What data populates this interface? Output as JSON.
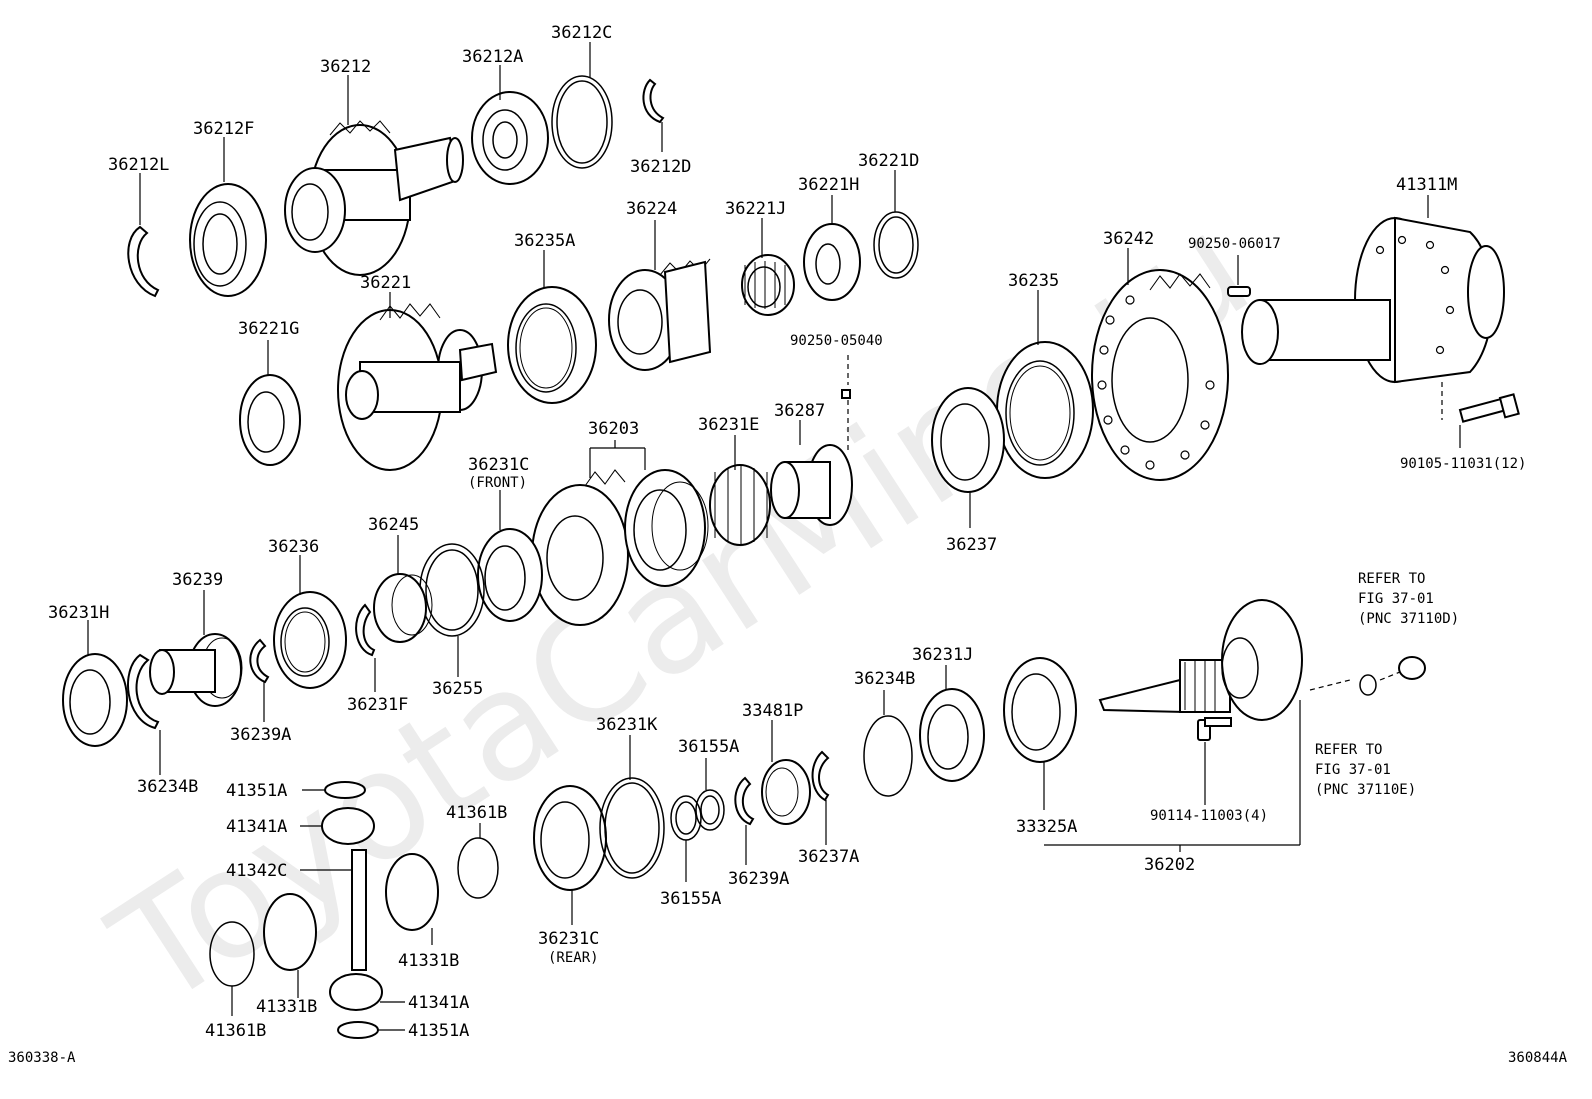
{
  "watermark": "ToyotaCarMine.ru",
  "figure_code_left": "360338-A",
  "figure_code_right": "360844A",
  "labels": {
    "p36212": "36212",
    "p36212A": "36212A",
    "p36212C": "36212C",
    "p36212F": "36212F",
    "p36212L": "36212L",
    "p36212D": "36212D",
    "p36224": "36224",
    "p36221D": "36221D",
    "p36221H": "36221H",
    "p36221J": "36221J",
    "p36235A": "36235A",
    "p36221": "36221",
    "p36221G": "36221G",
    "p36242": "36242",
    "p90250_06017": "90250-06017",
    "p41311M": "41311M",
    "p36235": "36235",
    "p90250_05040": "90250-05040",
    "p90105_11031": "90105-11031(12)",
    "p36203": "36203",
    "p36231E": "36231E",
    "p36287": "36287",
    "p36231C_front": "36231C",
    "front_note": "(FRONT)",
    "p36237": "36237",
    "p36245": "36245",
    "p36236": "36236",
    "p36239": "36239",
    "p36231H": "36231H",
    "p36231F": "36231F",
    "p36255": "36255",
    "p36239A_left": "36239A",
    "p36234B_left": "36234B",
    "refer1_line1": "REFER TO",
    "refer1_line2": "FIG 37-01",
    "refer1_line3": "(PNC 37110D)",
    "p36231J": "36231J",
    "p36234B_right": "36234B",
    "p33481P": "33481P",
    "p36231K": "36231K",
    "p36155A_top": "36155A",
    "refer2_line1": "REFER TO",
    "refer2_line2": "FIG 37-01",
    "refer2_line3": "(PNC 37110E)",
    "p41351A_top": "41351A",
    "p41341A_top": "41341A",
    "p41361B_top": "41361B",
    "p41342C": "41342C",
    "p36155A_bot": "36155A",
    "p36239A_mid": "36239A",
    "p36237A": "36237A",
    "p33325A": "33325A",
    "p90114_11003": "90114-11003(4)",
    "p36202": "36202",
    "p36231C_rear": "36231C",
    "rear_note": "(REAR)",
    "p41331B_top": "41331B",
    "p41331B_bot": "41331B",
    "p41341A_bot": "41341A",
    "p41361B_bot": "41361B",
    "p41351A_bot": "41351A"
  }
}
